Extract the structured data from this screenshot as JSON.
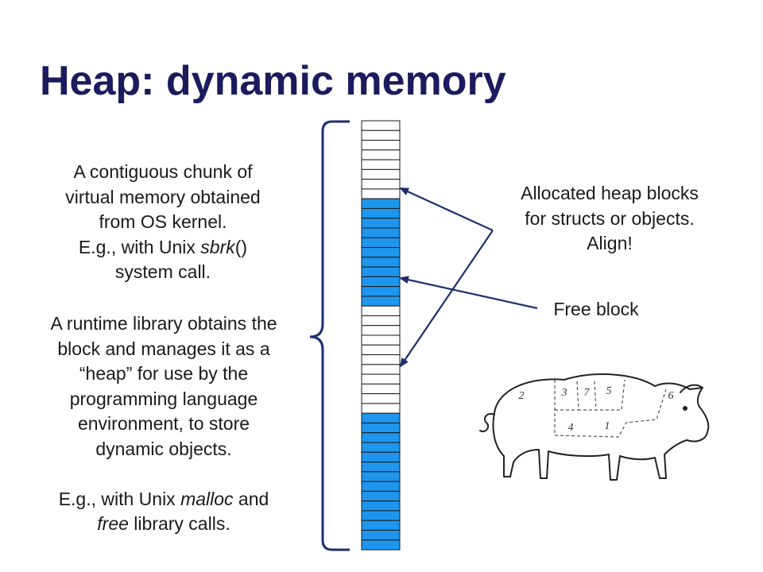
{
  "title": "Heap: dynamic memory",
  "left_text": {
    "chunk": {
      "line1": "A contiguous chunk of",
      "line2": "virtual memory obtained",
      "line3": "from OS kernel.",
      "line4_prefix": "E.g., with Unix ",
      "line4_italic": "sbrk",
      "line4_suffix": "()",
      "line5": "system call."
    },
    "runtime": {
      "line1": "A runtime library obtains the",
      "line2": "block and manages it as a",
      "line3": "“heap” for use by the",
      "line4": "programming language",
      "line5": "environment, to store",
      "line6": "dynamic objects."
    },
    "eg": {
      "line1_prefix": "E.g., with Unix ",
      "line1_italic": "malloc",
      "line1_suffix": " and",
      "line2_italic": "free",
      "line2_suffix": " library calls."
    }
  },
  "right_labels": {
    "allocated_line1": "Allocated heap blocks",
    "allocated_line2": "for structs or objects.",
    "allocated_line3": "Align!",
    "free": "Free block"
  },
  "memory_column": {
    "row_count": 44,
    "allocated_ranges": [
      [
        8,
        19
      ],
      [
        30,
        47
      ]
    ],
    "allocated_color": "#1e96ee",
    "free_color": "#ffffff"
  },
  "pig_labels": [
    "2",
    "3",
    "7",
    "5",
    "6",
    "4",
    "1"
  ]
}
